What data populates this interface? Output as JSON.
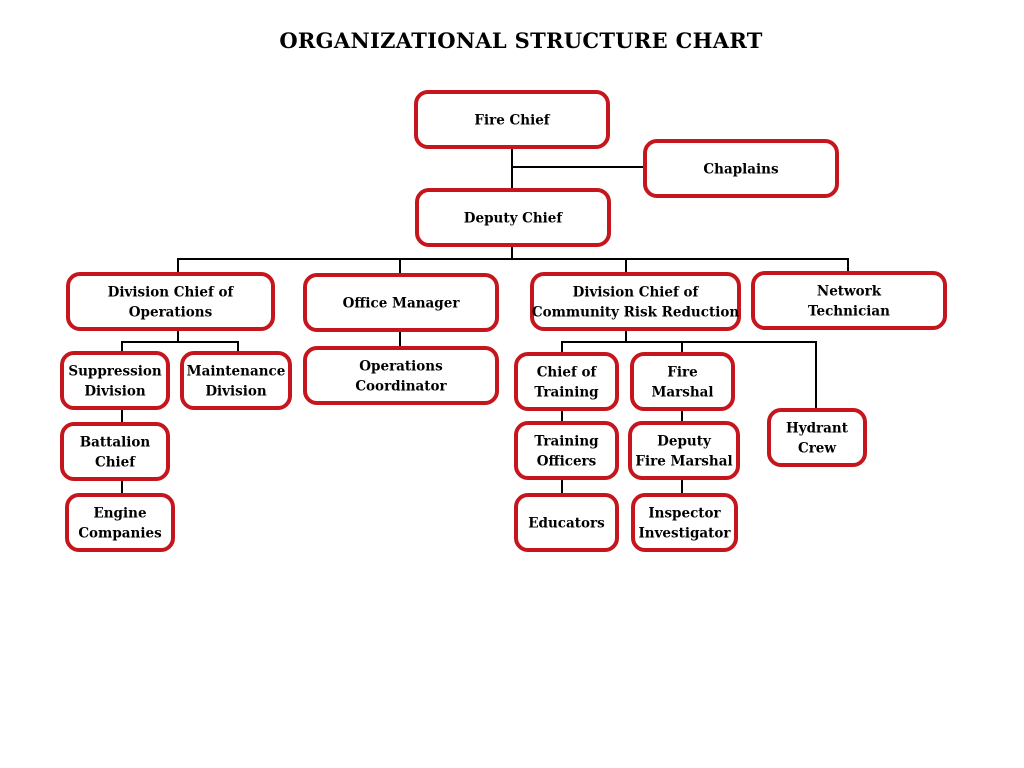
{
  "title": "ORGANIZATIONAL STRUCTURE CHART",
  "colors": {
    "box_border": "#c4161c",
    "box_fill": "#ffffff",
    "connector": "#000000",
    "text": "#000000"
  },
  "nodes": {
    "fire_chief": [
      "Fire Chief"
    ],
    "chaplains": [
      "Chaplains"
    ],
    "deputy_chief": [
      "Deputy Chief"
    ],
    "div_chief_operations": [
      "Division Chief of",
      "Operations"
    ],
    "office_manager": [
      "Office Manager"
    ],
    "div_chief_crr": [
      "Division Chief of",
      "Community Risk Reduction"
    ],
    "network_technician": [
      "Network",
      "Technician"
    ],
    "suppression_division": [
      "Suppression",
      "Division"
    ],
    "maintenance_division": [
      "Maintenance",
      "Division"
    ],
    "operations_coordinator": [
      "Operations",
      "Coordinator"
    ],
    "chief_of_training": [
      "Chief of",
      "Training"
    ],
    "fire_marshal": [
      "Fire",
      "Marshal"
    ],
    "hydrant_crew": [
      "Hydrant",
      "Crew"
    ],
    "battalion_chief": [
      "Battalion",
      "Chief"
    ],
    "training_officers": [
      "Training",
      "Officers"
    ],
    "deputy_fire_marshal": [
      "Deputy",
      "Fire Marshal"
    ],
    "engine_companies": [
      "Engine",
      "Companies"
    ],
    "educators": [
      "Educators"
    ],
    "inspector_investigator": [
      "Inspector",
      "Investigator"
    ]
  },
  "relations": [
    [
      "fire_chief",
      "deputy_chief"
    ],
    [
      "fire_chief",
      "chaplains"
    ],
    [
      "deputy_chief",
      "div_chief_operations"
    ],
    [
      "deputy_chief",
      "office_manager"
    ],
    [
      "deputy_chief",
      "div_chief_crr"
    ],
    [
      "deputy_chief",
      "network_technician"
    ],
    [
      "div_chief_operations",
      "suppression_division"
    ],
    [
      "div_chief_operations",
      "maintenance_division"
    ],
    [
      "office_manager",
      "operations_coordinator"
    ],
    [
      "div_chief_crr",
      "chief_of_training"
    ],
    [
      "div_chief_crr",
      "fire_marshal"
    ],
    [
      "div_chief_crr",
      "hydrant_crew"
    ],
    [
      "suppression_division",
      "battalion_chief"
    ],
    [
      "battalion_chief",
      "engine_companies"
    ],
    [
      "chief_of_training",
      "training_officers"
    ],
    [
      "training_officers",
      "educators"
    ],
    [
      "fire_marshal",
      "deputy_fire_marshal"
    ],
    [
      "deputy_fire_marshal",
      "inspector_investigator"
    ]
  ]
}
